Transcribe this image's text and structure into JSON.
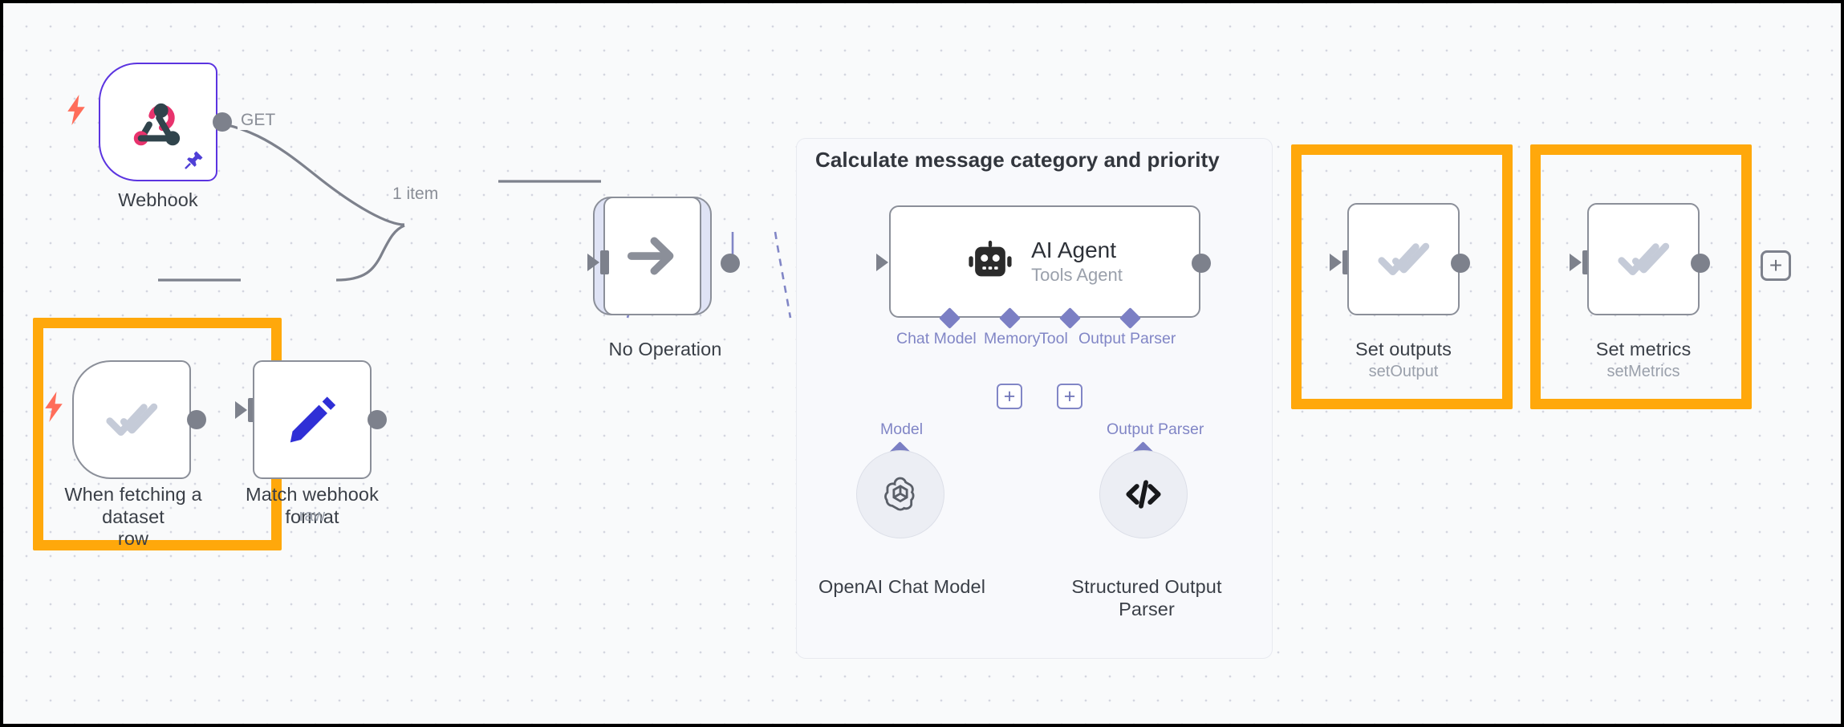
{
  "canvas": {
    "background_color": "#f9fafb",
    "grid_dot_color": "#d4d6e0",
    "highlight_color": "#ffa80b",
    "selection_color": "#dfe3f5",
    "connector_color": "#7d818c",
    "sub_connector_color": "#8186c6"
  },
  "nodes": {
    "webhook": {
      "label": "Webhook",
      "icon": "webhook-icon",
      "output_label": "GET",
      "border_color": "#5b34e0",
      "has_pin": true,
      "has_trigger_bolt": true
    },
    "dataset_trigger": {
      "label": "When fetching a dataset\nrow",
      "icon": "double-check-icon",
      "has_trigger_bolt": true,
      "highlighted": true
    },
    "match_webhook": {
      "label": "Match webhook format",
      "sublabel": "raw",
      "icon": "pencil-icon"
    },
    "no_operation": {
      "label": "No Operation",
      "icon": "arrow-right-icon",
      "selected": true
    },
    "ai_agent": {
      "title": "AI Agent",
      "subtitle": "Tools Agent",
      "icon": "robot-icon"
    },
    "set_outputs": {
      "label": "Set outputs",
      "sublabel": "setOutput",
      "icon": "double-check-icon",
      "highlighted": true
    },
    "set_metrics": {
      "label": "Set metrics",
      "sublabel": "setMetrics",
      "icon": "double-check-icon",
      "highlighted": true
    },
    "openai_chat_model": {
      "label": "OpenAI Chat Model",
      "icon": "openai-icon",
      "connector_label": "Model"
    },
    "structured_output_parser": {
      "label": "Structured Output\nParser",
      "icon": "code-brackets-icon",
      "connector_label": "Output Parser"
    }
  },
  "agent_group": {
    "title": "Calculate message category and priority"
  },
  "agent_ports": [
    {
      "label": "Chat Model"
    },
    {
      "label": "Memory"
    },
    {
      "label": "Tool"
    },
    {
      "label": "Output Parser"
    }
  ],
  "edges": [
    {
      "from": "webhook",
      "to": "no_operation",
      "label": "1 item"
    },
    {
      "from": "dataset_trigger",
      "to": "match_webhook",
      "label": ""
    },
    {
      "from": "match_webhook",
      "to": "no_operation",
      "label": ""
    },
    {
      "from": "no_operation",
      "to": "ai_agent",
      "label": ""
    },
    {
      "from": "ai_agent",
      "to": "set_outputs",
      "label": ""
    },
    {
      "from": "set_outputs",
      "to": "set_metrics",
      "label": ""
    },
    {
      "from": "set_metrics",
      "to": "add_node_button",
      "label": ""
    }
  ],
  "buttons": {
    "add_node": "+",
    "add_memory": "+",
    "add_tool": "+"
  }
}
